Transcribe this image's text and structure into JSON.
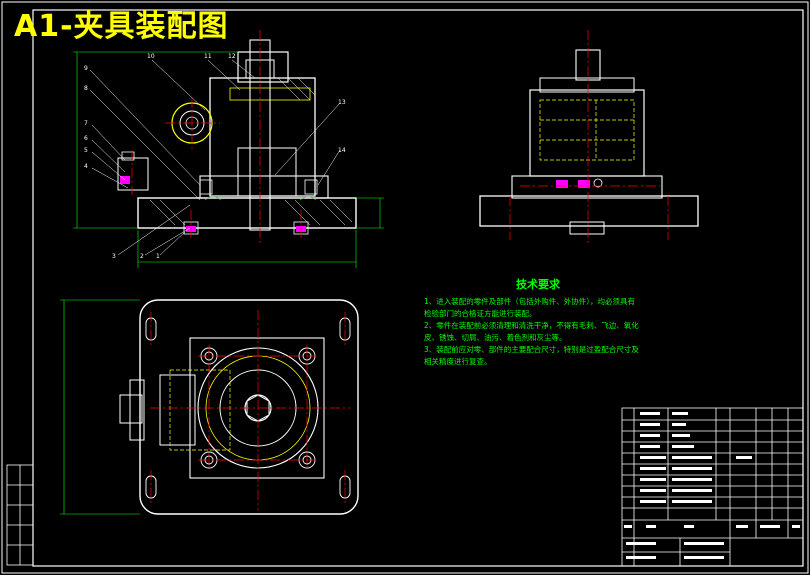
{
  "drawing": {
    "title": "A1-夹具装配图",
    "tech_requirements": {
      "heading": "技术要求",
      "lines": [
        "1、进入装配的零件及部件（包括外购件、外协件），均必须具有",
        "检验部门的合格证方能进行装配。",
        "2、零件在装配前必须清理和清洗干净，不得有毛刺、飞边、氧化",
        "皮、锈蚀、切屑、油污、着色剂和灰尘等。",
        "3、装配前应对零、部件的主要配合尺寸，特别是过盈配合尺寸及",
        "相关精度进行复查。"
      ]
    },
    "part_numbers": [
      "10",
      "11",
      "12",
      "9",
      "8",
      "7",
      "6",
      "5",
      "4",
      "3",
      "2",
      "1",
      "13",
      "14"
    ]
  },
  "colors": {
    "background": "#000000",
    "frame": "#ffffff",
    "outline": "#ffffff",
    "hidden": "#ffff00",
    "centerline": "#ff0000",
    "dimension": "#00ff00",
    "accent": "#ff00ff",
    "text": "#00ff00",
    "title": "#ffff00"
  }
}
